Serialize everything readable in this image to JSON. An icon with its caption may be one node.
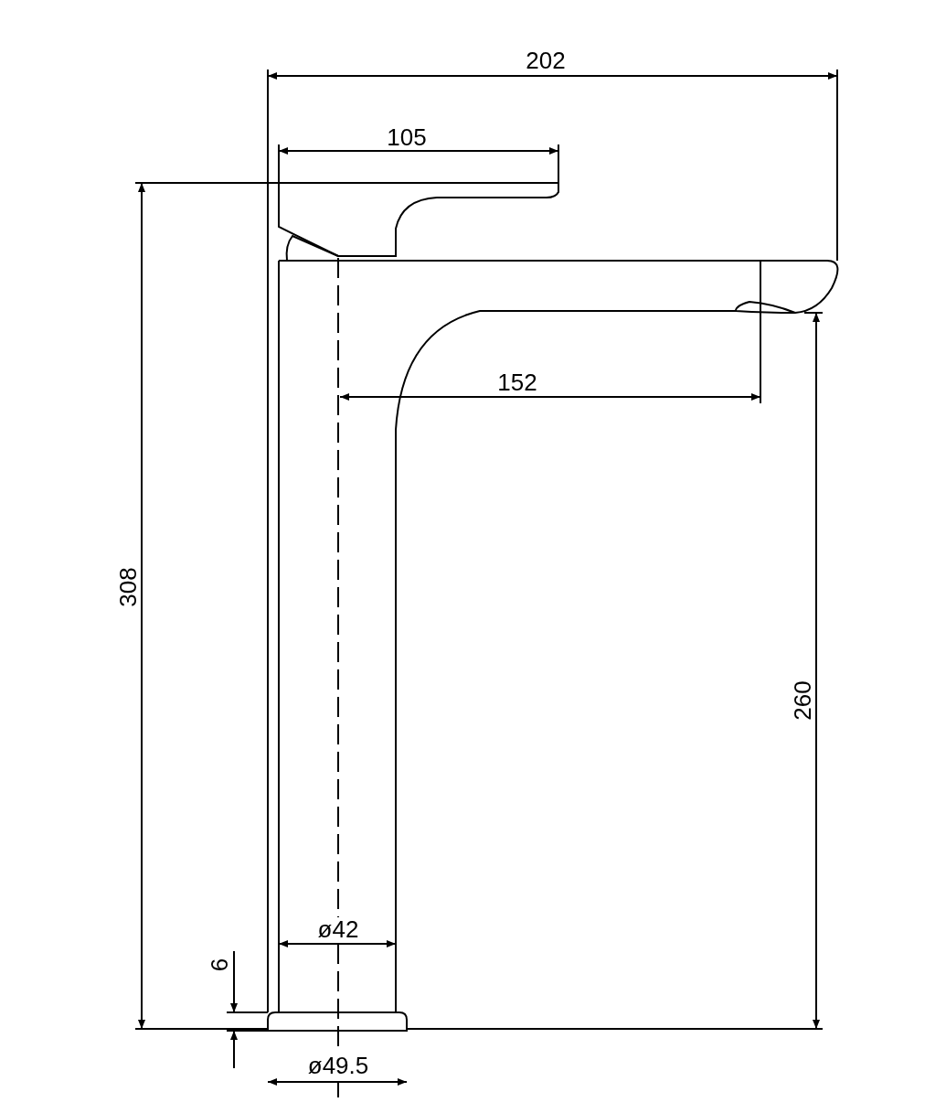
{
  "diagram": {
    "labels": [
      "202",
      "105",
      "308",
      "152",
      "260",
      "ø42",
      "6",
      "ø49.5"
    ]
  }
}
